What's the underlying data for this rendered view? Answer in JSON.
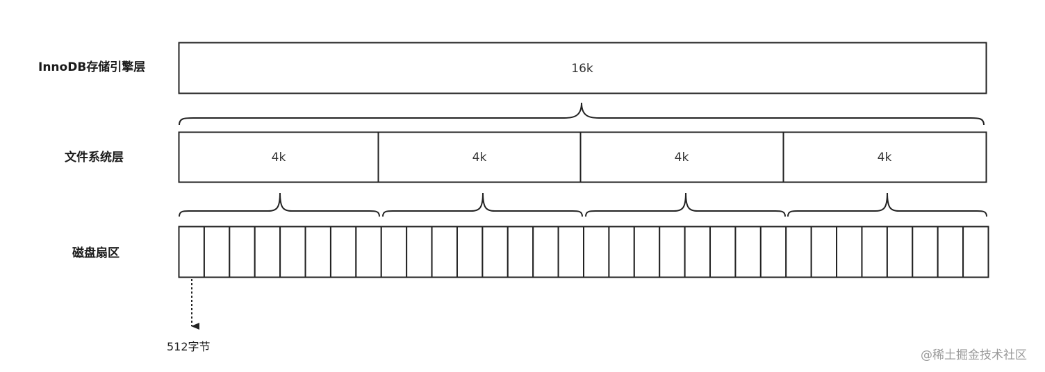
{
  "layers": {
    "innodb": {
      "label": "InnoDB存储引擎层",
      "blocks": [
        "16k"
      ]
    },
    "filesystem": {
      "label": "文件系统层",
      "blocks": [
        "4k",
        "4k",
        "4k",
        "4k"
      ]
    },
    "disk": {
      "label": "磁盘扇区",
      "sector_count": 32
    }
  },
  "annotation": {
    "sector_size_label": "512字节"
  },
  "watermark": "@稀土掘金技术社区",
  "colors": {
    "stroke": "#222222",
    "text": "#333333",
    "watermark": "#9a9a9a"
  }
}
